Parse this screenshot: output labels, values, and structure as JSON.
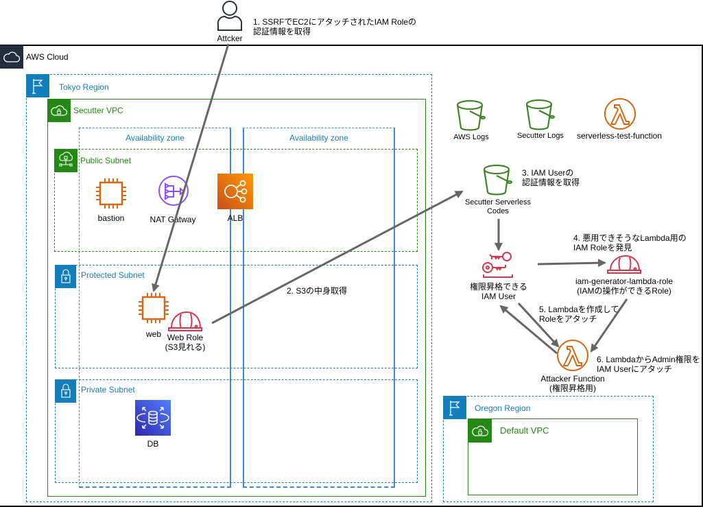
{
  "attacker": {
    "label": "Attcker"
  },
  "steps": {
    "step1": [
      "1. SSRFでEC2にアタッチされたIAM Roleの",
      "認証情報を取得"
    ],
    "step2": "2. S3の中身取得",
    "step3": [
      "3. IAM Userの",
      "認証情報を取得"
    ],
    "step4": [
      "4. 悪用できそうなLambda用の",
      "IAM Roleを発見"
    ],
    "step5": [
      "5. Lambdaを作成して",
      "Roleをアタッチ"
    ],
    "step6": [
      "6. LambdaからAdmin権限を",
      "IAM Userにアタッチ"
    ]
  },
  "groups": {
    "aws_cloud": "AWS Cloud",
    "tokyo_region": "Tokyo Region",
    "secutter_vpc": "Secutter VPC",
    "az1": "Availability zone",
    "az2": "Availability zone",
    "public_subnet": "Public Subnet",
    "protected_subnet": "Protected Subnet",
    "private_subnet": "Private Subnet",
    "oregon_region": "Oregon Region",
    "default_vpc": "Default VPC"
  },
  "resources": {
    "bastion": "bastion",
    "nat_gateway": "NAT Gatway",
    "alb": "ALB",
    "web": "web",
    "web_role": [
      "Web Role",
      "(S3見れる)"
    ],
    "db": "DB",
    "aws_logs": "AWS Logs",
    "secutter_logs": "Secutter Logs",
    "serverless_test_function": "serverless-test-function",
    "secutter_serverless_codes": [
      "Secutter Serverless",
      "Codes"
    ],
    "iam_user": [
      "権限昇格できる",
      "IAM User"
    ],
    "iam_generator_role": [
      "iam-generator-lambda-role",
      "(IAMの操作ができるRole)"
    ],
    "attacker_function": [
      "Attacker Function",
      "(権限昇格用)"
    ]
  },
  "colors": {
    "aws_cloud": "#232F3E",
    "region": "#147EBA",
    "vpc": "#248814",
    "az": "#3B8BD9",
    "ec2": "#D86613",
    "nat": "#8C4FFF",
    "s3": "#3F8624",
    "iam": "#DD344C",
    "arrow": "#666666"
  }
}
